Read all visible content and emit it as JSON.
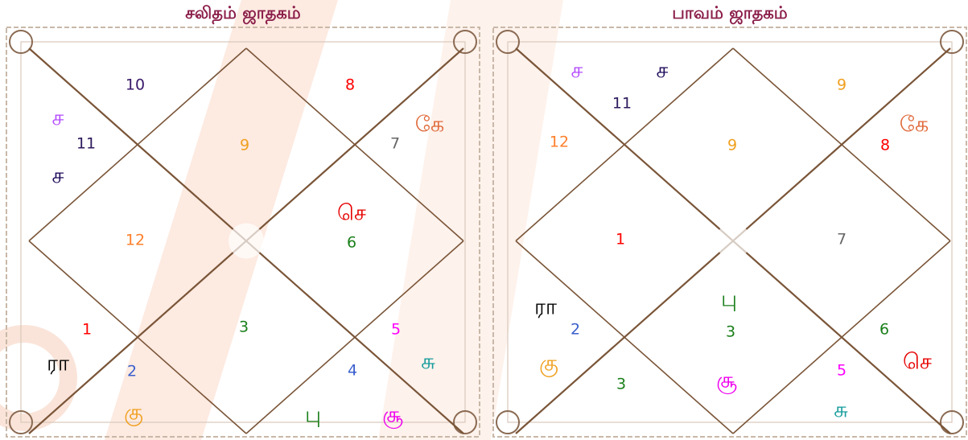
{
  "colors": {
    "title": "#8b1e4a",
    "line": "#7a5538",
    "watermark": "#f4c9b5"
  },
  "charts": [
    {
      "title": "சலிதம் ஜாதகம்",
      "numbers": [
        {
          "text": "10",
          "color": "#3a1a6b"
        },
        {
          "text": "8",
          "color": "#ff0000"
        },
        {
          "text": "11",
          "color": "#2e1a5c"
        },
        {
          "text": "9",
          "color": "#f0a020"
        },
        {
          "text": "7",
          "color": "#666666"
        },
        {
          "text": "12",
          "color": "#ff7f2a"
        },
        {
          "text": "6",
          "color": "#1a7f1a"
        },
        {
          "text": "1",
          "color": "#ff0000"
        },
        {
          "text": "3",
          "color": "#1a7f1a"
        },
        {
          "text": "5",
          "color": "#ff00ff"
        },
        {
          "text": "2",
          "color": "#3a5fcd"
        },
        {
          "text": "4",
          "color": "#3a5fcd"
        }
      ],
      "planets": [
        {
          "text": "ச",
          "color": "#b44cff"
        },
        {
          "text": "ச",
          "color": "#1e0a5a"
        },
        {
          "text": "கே",
          "color": "#e0693a"
        },
        {
          "text": "செ",
          "color": "#e60000"
        },
        {
          "text": "ரா",
          "color": "#000000"
        },
        {
          "text": "சு",
          "color": "#169c9c"
        },
        {
          "text": "கு",
          "color": "#f0a020"
        },
        {
          "text": "பு",
          "color": "#1a7f1a"
        },
        {
          "text": "சூ",
          "color": "#ee00ee"
        }
      ]
    },
    {
      "title": "பாவம் ஜாதகம்",
      "numbers": [
        {
          "text": "11",
          "color": "#2e1a5c"
        },
        {
          "text": "9",
          "color": "#f0a020"
        },
        {
          "text": "12",
          "color": "#ff7f2a"
        },
        {
          "text": "9",
          "color": "#f0a020"
        },
        {
          "text": "8",
          "color": "#ff0000"
        },
        {
          "text": "1",
          "color": "#ff0000"
        },
        {
          "text": "7",
          "color": "#666666"
        },
        {
          "text": "2",
          "color": "#3a5fcd"
        },
        {
          "text": "3",
          "color": "#1a7f1a"
        },
        {
          "text": "6",
          "color": "#1a7f1a"
        },
        {
          "text": "3",
          "color": "#1a7f1a"
        },
        {
          "text": "5",
          "color": "#ff00ff"
        }
      ],
      "planets": [
        {
          "text": "ச",
          "color": "#b44cff"
        },
        {
          "text": "ச",
          "color": "#1e0a5a"
        },
        {
          "text": "கே",
          "color": "#e0693a"
        },
        {
          "text": "பு",
          "color": "#1a7f1a"
        },
        {
          "text": "ரா",
          "color": "#000000"
        },
        {
          "text": "கு",
          "color": "#f0a020"
        },
        {
          "text": "சூ",
          "color": "#ee00ee"
        },
        {
          "text": "செ",
          "color": "#e60000"
        },
        {
          "text": "சு",
          "color": "#169c9c"
        }
      ]
    }
  ]
}
